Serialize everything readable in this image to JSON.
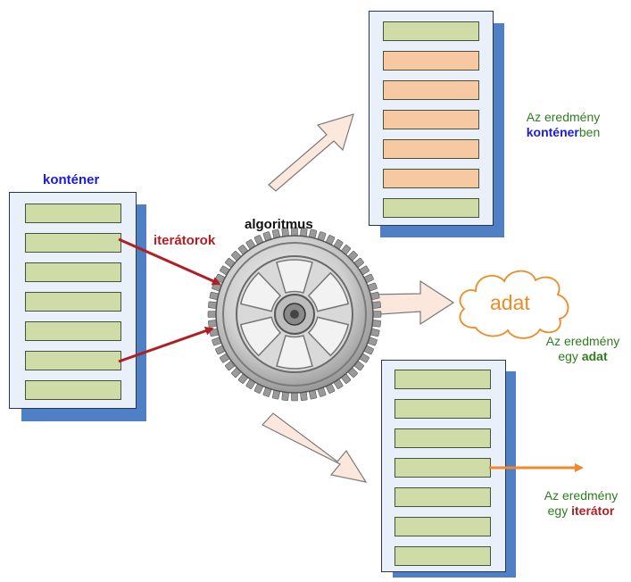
{
  "labels": {
    "container": "konténer",
    "iterators": "iterátorok",
    "algorithm": "algoritmus",
    "data_cloud": "adat"
  },
  "results": {
    "container_line1": "Az eredmény",
    "container_bold": "konténer",
    "container_suffix": "ben",
    "data_line1": "Az eredmény",
    "data_prefix": "egy ",
    "data_bold": "adat",
    "iterator_line1": "Az eredmény",
    "iterator_prefix": "egy ",
    "iterator_bold": "iterátor"
  },
  "colors": {
    "panel_shadow": "#4f7fc4",
    "panel_fill": "#eaf0fa",
    "cell_green": "#cfdca8",
    "cell_orange": "#f7c9a2",
    "iterator_arrow": "#b01f24",
    "result_iterator_arrow": "#ee8a2a",
    "result_text": "#2e7d1e",
    "container_word": "#1a1adf",
    "iterator_word": "#b01f24",
    "cloud": "#f08a22"
  },
  "containers": {
    "source": {
      "cells": [
        "green",
        "green",
        "green",
        "green",
        "green",
        "green",
        "green"
      ]
    },
    "result_container": {
      "cells": [
        "green",
        "orange",
        "orange",
        "orange",
        "orange",
        "orange",
        "green"
      ]
    },
    "result_iterator": {
      "cells": [
        "green",
        "green",
        "green",
        "green",
        "green",
        "green",
        "green"
      ]
    }
  }
}
